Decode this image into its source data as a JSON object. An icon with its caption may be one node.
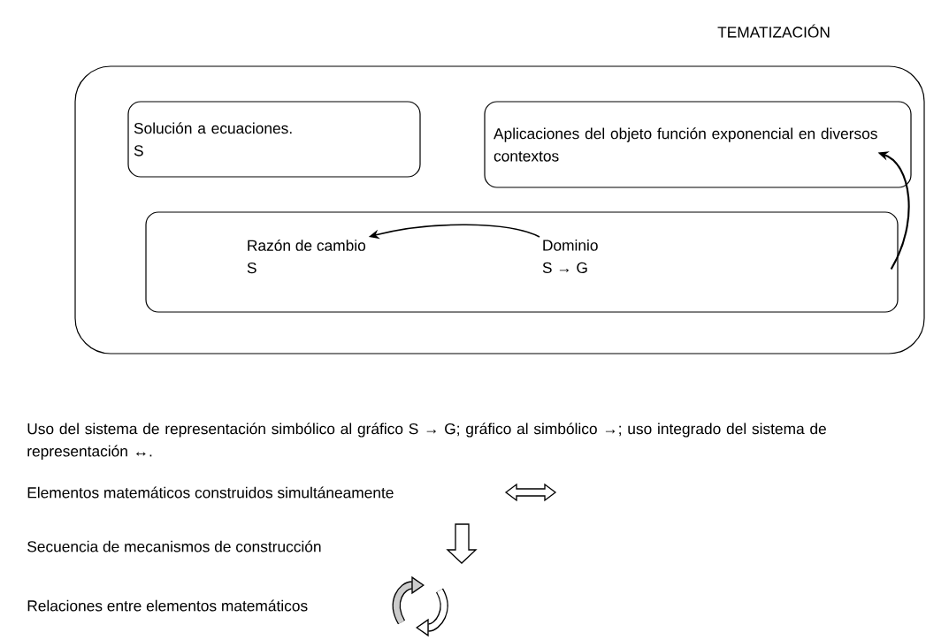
{
  "diagram": {
    "nodes": [
      {
        "text": [
          "TEMATIZACIÓN"
        ]
      },
      {
        "text": [
          "Solución a ecuaciones.",
          "S"
        ],
        "in": 0
      },
      {
        "text": [
          "Aplicaciones del objeto función exponencial en diversos contextos"
        ],
        "in": 0
      },
      {
        "text": [],
        "shape": "box",
        "in": 0
      },
      {
        "text": [
          "Razón de cambio",
          "S"
        ],
        "in": 3
      },
      {
        "text": [
          "Dominio",
          "S → G"
        ],
        "in": 3
      }
    ],
    "edges": [
      {
        "from": 5,
        "to": 4,
        "arrow": "to"
      },
      {
        "from": 3,
        "to": 2,
        "arrow": "to"
      }
    ],
    "labels": [
      "Uso del sistema de representación simbólico al gráfico S → G; gráfico al simbólico →; uso integrado del sistema de representación ↔."
    ],
    "legend": [
      {
        "text": "Elementos matemáticos construidos simultáneamente"
      },
      {
        "text": "Secuencia de mecanismos de construcción"
      },
      {
        "text": "Relaciones entre elementos matemáticos"
      }
    ]
  }
}
